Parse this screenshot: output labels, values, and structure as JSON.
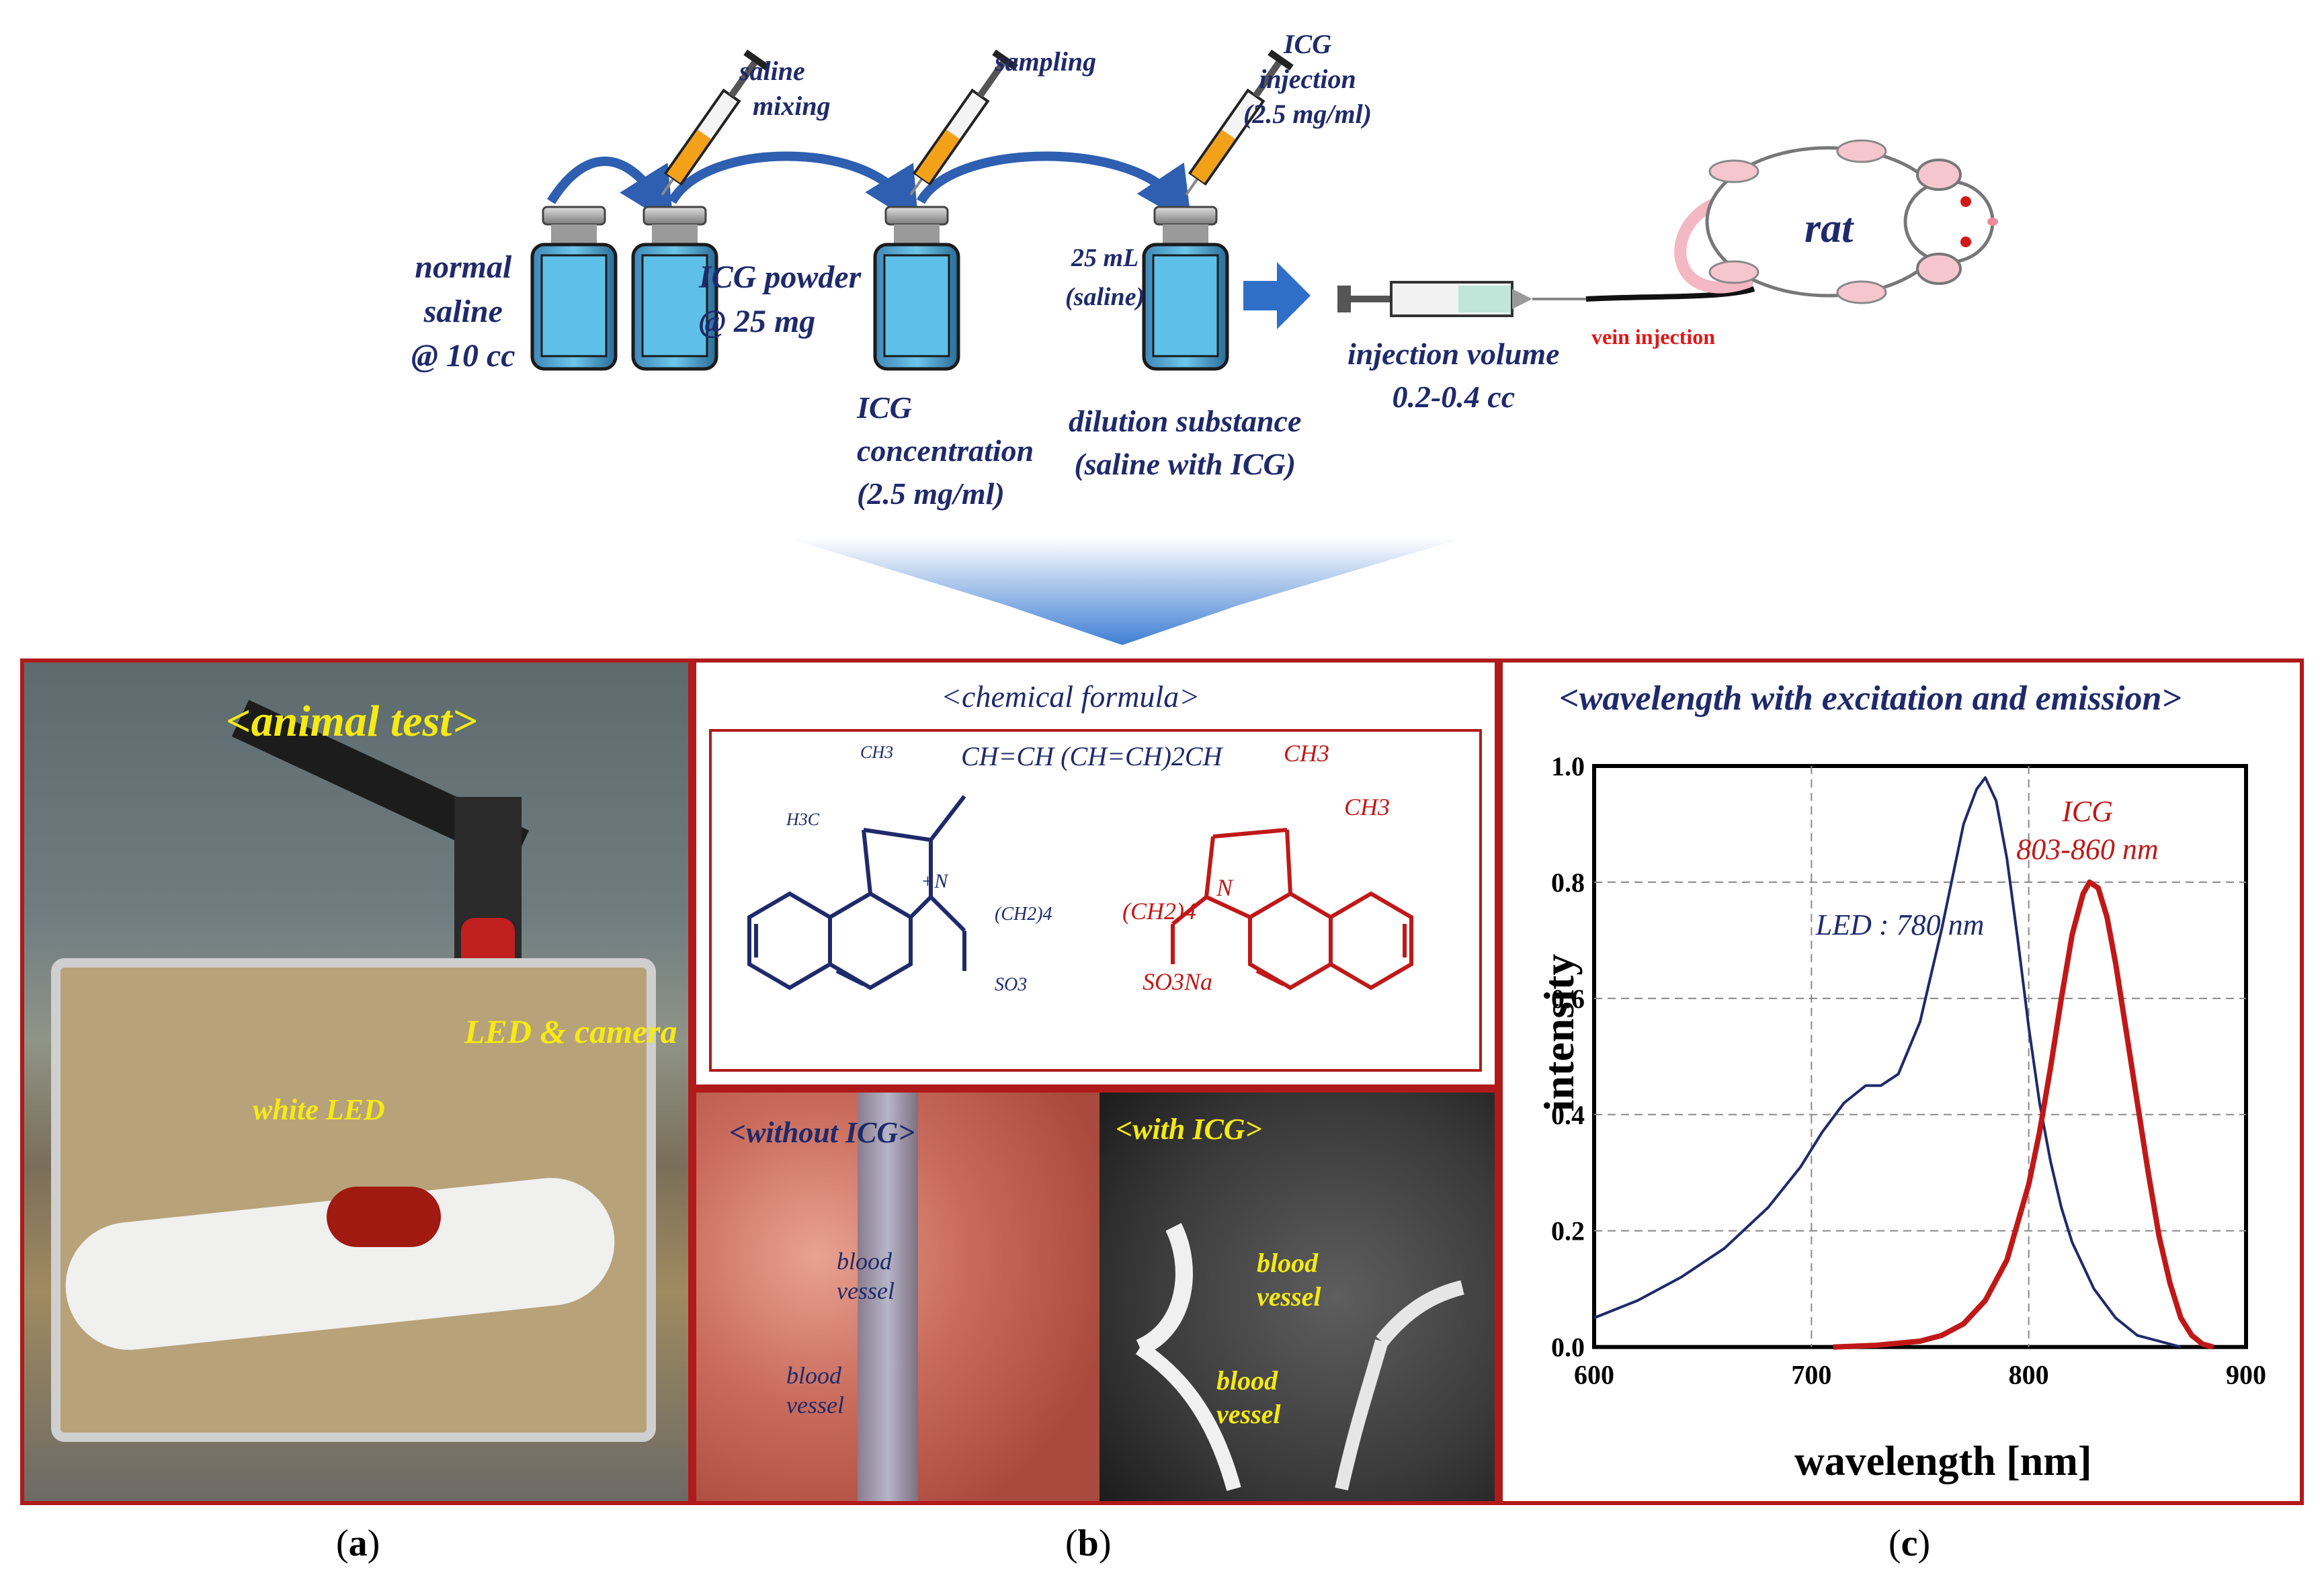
{
  "workflow": {
    "step_labels": {
      "saline_mixing": [
        "saline",
        "mixing"
      ],
      "sampling": "sampling",
      "icg_injection": [
        "ICG",
        "injection",
        "(2.5 mg/ml)"
      ]
    },
    "vials": {
      "normal_saline": [
        "normal",
        "saline",
        "@ 10 cc"
      ],
      "icg_powder": [
        "ICG  powder",
        "@ 25 mg"
      ],
      "icg_concentration": [
        "ICG",
        "concentration",
        "(2.5 mg/ml)"
      ],
      "diluent": [
        "25 mL",
        "(saline)"
      ],
      "dilution_substance": [
        "dilution substance",
        "(saline with ICG)"
      ]
    },
    "injection_volume": [
      "injection volume",
      "0.2-0.4 cc"
    ],
    "vein_injection": "vein injection",
    "rat": "rat"
  },
  "panel_a": {
    "title": "<animal test>",
    "led_camera": "LED & camera",
    "white_led": "white LED",
    "caption": "a"
  },
  "panel_b": {
    "title": "<chemical formula>",
    "formula_labels": {
      "ch3_top": "CH3",
      "h3c": "H3C",
      "chain": "CH=CH (CH=CH)2CH",
      "n_plus": "+N",
      "ch2_4_left": "(CH2)4",
      "so3": "SO3",
      "ch3_r1": "CH3",
      "ch3_r2": "CH3",
      "n_right": "N",
      "ch2_4_right": "(CH2)4",
      "so3na": "SO3Na"
    },
    "without_icg": "<without ICG>",
    "with_icg": "<with ICG>",
    "blood_vessel": [
      "blood",
      "vessel"
    ],
    "caption": "b"
  },
  "panel_c": {
    "caption": "c",
    "chart_data": {
      "type": "line",
      "title": "<wavelength with excitation and emission>",
      "xlabel": "wavelength [nm]",
      "ylabel": "intensity",
      "xlim": [
        600,
        900
      ],
      "ylim": [
        0,
        1.0
      ],
      "xticks": [
        "600",
        "700",
        "800",
        "900"
      ],
      "yticks": [
        "0.0",
        "0.2",
        "0.4",
        "0.6",
        "0.8",
        "1.0"
      ],
      "grid": "dashed",
      "series": [
        {
          "name": "LED : 780 nm",
          "color": "#1f2a6b",
          "x": [
            600,
            620,
            640,
            660,
            680,
            695,
            705,
            715,
            725,
            732,
            740,
            750,
            760,
            770,
            776,
            780,
            785,
            790,
            795,
            800,
            805,
            810,
            815,
            820,
            830,
            840,
            850,
            860,
            870
          ],
          "y": [
            0.05,
            0.08,
            0.12,
            0.17,
            0.24,
            0.31,
            0.37,
            0.42,
            0.45,
            0.45,
            0.47,
            0.56,
            0.72,
            0.9,
            0.96,
            0.98,
            0.94,
            0.84,
            0.7,
            0.55,
            0.42,
            0.32,
            0.24,
            0.18,
            0.1,
            0.05,
            0.02,
            0.01,
            0.0
          ]
        },
        {
          "name": "ICG 803-860 nm",
          "label": [
            "ICG",
            "803-860 nm"
          ],
          "color": "#c01818",
          "x": [
            710,
            730,
            750,
            760,
            770,
            780,
            790,
            800,
            805,
            810,
            815,
            820,
            825,
            828,
            832,
            836,
            840,
            845,
            850,
            855,
            860,
            865,
            870,
            875,
            880,
            885
          ],
          "y": [
            0.0,
            0.003,
            0.01,
            0.02,
            0.04,
            0.08,
            0.15,
            0.28,
            0.37,
            0.48,
            0.6,
            0.71,
            0.78,
            0.8,
            0.79,
            0.74,
            0.66,
            0.54,
            0.42,
            0.3,
            0.19,
            0.11,
            0.05,
            0.02,
            0.005,
            0.0
          ]
        }
      ]
    }
  }
}
